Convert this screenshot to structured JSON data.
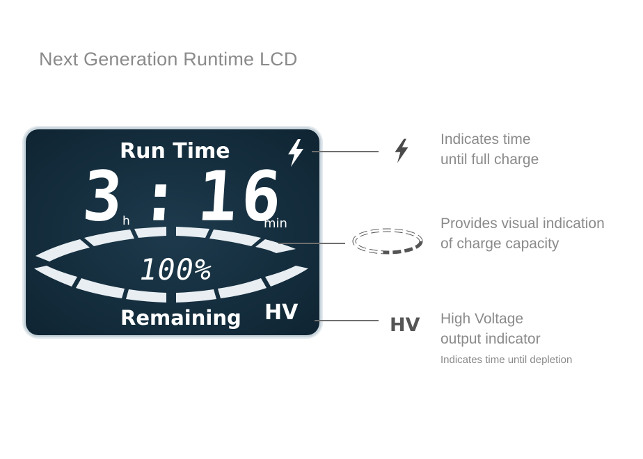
{
  "title": "Next Generation Runtime LCD",
  "lcd": {
    "run_time_label": "Run Time",
    "hours": "3",
    "separator": ":",
    "minutes": "16",
    "hours_unit": "h",
    "minutes_unit": "min",
    "percent": "100%",
    "charge_level": 1.0,
    "remaining_label": "Remaining",
    "hv_label": "HV"
  },
  "callouts": [
    {
      "icon": "lightning-bolt-icon",
      "lines": [
        "Indicates time",
        "until full charge"
      ]
    },
    {
      "icon": "dashed-ring-icon",
      "lines": [
        "Provides visual indication",
        "of charge capacity"
      ]
    },
    {
      "icon_text": "HV",
      "lines": [
        "High Voltage",
        "output indicator"
      ],
      "sub": "Indicates time until depletion"
    }
  ],
  "colors": {
    "lcd_background": "#142d3d",
    "lcd_foreground": "#ffffff",
    "callout_text": "#8a8a8a"
  }
}
